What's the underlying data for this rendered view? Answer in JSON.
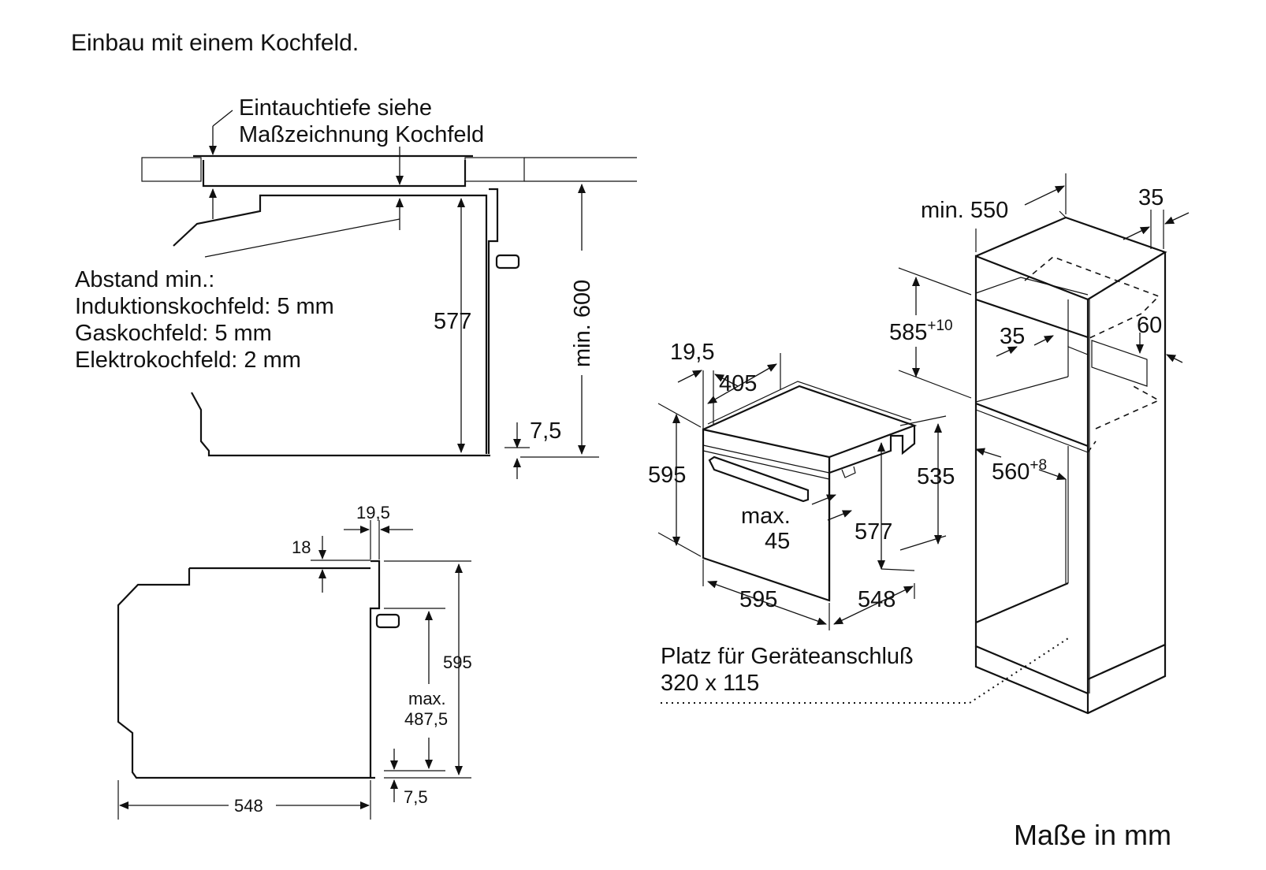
{
  "title": "Einbau mit einem Kochfeld.",
  "units_note": "Maße in mm",
  "top_view": {
    "note_line1": "Eintauchtiefe siehe",
    "note_line2": "Maßzeichnung Kochfeld",
    "spacing_title": "Abstand min.:",
    "spacing_induction": "Induktionskochfeld: 5 mm",
    "spacing_gas": "Gaskochfeld: 5 mm",
    "spacing_electric": "Elektrokochfeld: 2 mm",
    "dim_577": "577",
    "dim_min600": "min. 600",
    "dim_7_5": "7,5"
  },
  "side_view": {
    "dim_19_5": "19,5",
    "dim_18": "18",
    "dim_595": "595",
    "dim_max_label": "max.",
    "dim_487_5": "487,5",
    "dim_548": "548",
    "dim_7_5": "7,5"
  },
  "oven_view": {
    "dim_19_5": "19,5",
    "dim_405": "405",
    "dim_595_h": "595",
    "dim_535": "535",
    "dim_max_label": "max.",
    "dim_45": "45",
    "dim_577": "577",
    "dim_595_w": "595",
    "dim_548": "548"
  },
  "cabinet_view": {
    "dim_min550": "min. 550",
    "dim_35_top": "35",
    "dim_585": "585",
    "dim_585_sup": "+10",
    "dim_35_mid": "35",
    "dim_60": "60",
    "dim_560": "560",
    "dim_560_sup": "+8"
  },
  "connection_note_line1": "Platz für Geräteanschluß",
  "connection_note_line2": "320 x 115"
}
